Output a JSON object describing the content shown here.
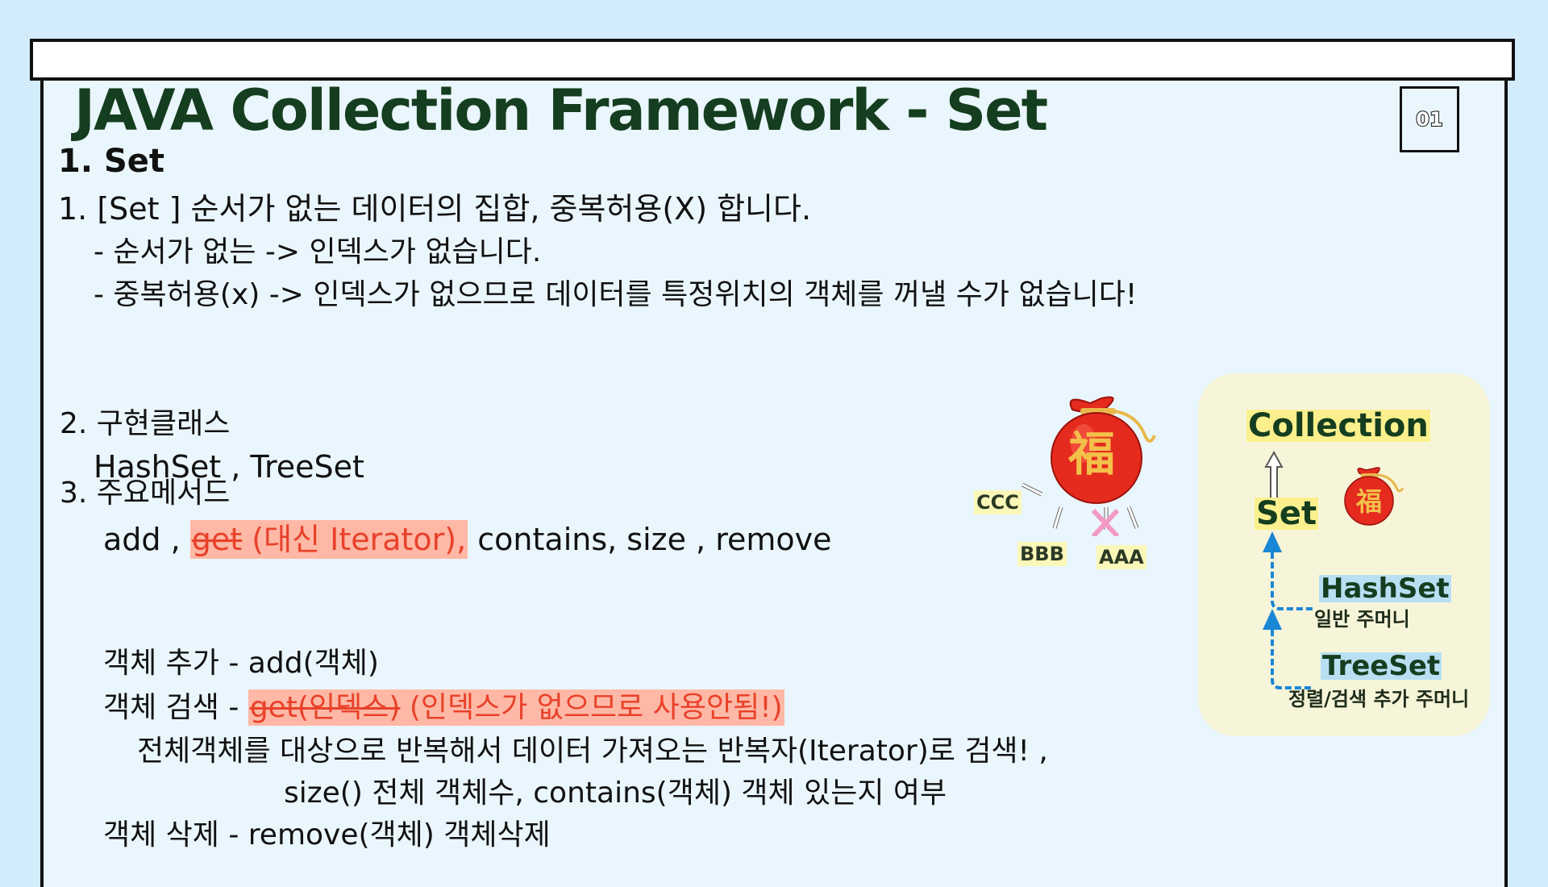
{
  "title": "JAVA Collection Framework - Set",
  "page_number": "01",
  "section1": {
    "heading": "1. Set",
    "line1": "1. [Set ] 순서가 없는 데이터의 집합, 중복허용(X) 합니다.",
    "line2": "- 순서가 없는  ->  인덱스가 없습니다.",
    "line3": "- 중복허용(x) ->  인덱스가 없으므로 데이터를 특정위치의 객체를 꺼낼 수가 없습니다!"
  },
  "section2": {
    "heading": "2. 구현클래스",
    "classes": "HashSet , TreeSet"
  },
  "section3": {
    "heading": "3. 주요메서드",
    "methods_prefix": "add ,",
    "methods_struck": "get",
    "methods_note": "(대신 Iterator),",
    "methods_suffix": "contains, size , remove"
  },
  "ops": {
    "add_line": "객체 추가 - add(객체)",
    "search_label": "객체 검색 -",
    "search_struck": "get(인덱스)",
    "search_note": "(인덱스가 없으므로 사용안됨!)",
    "iterator_line": "전체객체를 대상으로 반복해서 데이터 가져오는 반복자(Iterator)로 검색!  ,",
    "size_line": "size() 전체 객체수, contains(객체) 객체 있는지 여부",
    "remove_line": "객체 삭제 -  remove(객체) 객체삭제"
  },
  "bag_diagram": {
    "bag_char": "福",
    "items": [
      "CCC",
      "BBB",
      "AAA"
    ]
  },
  "hierarchy": {
    "collection": "Collection",
    "set": "Set",
    "bag_char": "福",
    "hashset": "HashSet",
    "hashset_desc": "일반 주머니",
    "treeset": "TreeSet",
    "treeset_desc": "정렬/검색 추가 주머니"
  },
  "colors": {
    "background": "#d3ecfb",
    "page": "#eaf6fd",
    "title": "#153d1f",
    "highlight_red": "#ffb8a6",
    "red_text": "#e9412a",
    "panel": "#f7f5d9",
    "arrow_blue": "#1a86d6"
  }
}
